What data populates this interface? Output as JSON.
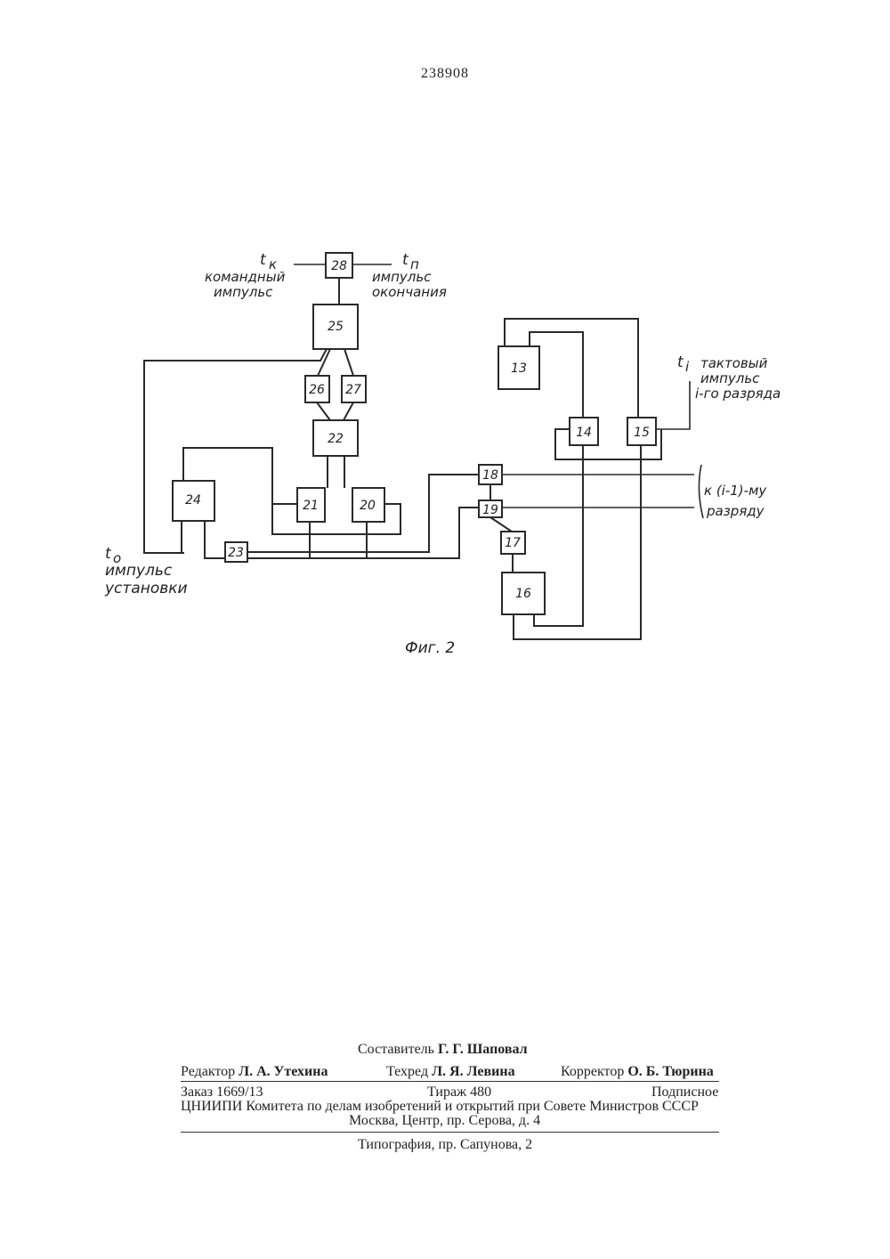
{
  "page_number": "238908",
  "figure": {
    "caption": "Фиг. 2",
    "blocks": [
      "28",
      "25",
      "26",
      "27",
      "22",
      "24",
      "21",
      "20",
      "23",
      "13",
      "14",
      "15",
      "18",
      "19",
      "17",
      "16"
    ],
    "labels": {
      "command_symbol": "t",
      "command_subscript": "к",
      "command_line1": "командный",
      "command_line2": "импульс",
      "end_symbol": "t",
      "end_subscript": "п",
      "end_line1": "импульс",
      "end_line2": "окончания",
      "clock_symbol": "t",
      "clock_subscript": "i",
      "clock_line1": "тактовый",
      "clock_line2": "импульс",
      "clock_line3": "i-го разряда",
      "prev_line1": "к (i-1)-му",
      "prev_line2": "разряду",
      "setup_symbol": "t",
      "setup_subscript": "о",
      "setup_line1": "импульс",
      "setup_line2": "установки"
    }
  },
  "footer": {
    "compiler_label": "Составитель",
    "compiler_name": "Г. Г. Шаповал",
    "editor_label": "Редактор",
    "editor_name": "Л. А. Утехина",
    "techred_label": "Техред",
    "techred_name": "Л. Я. Левина",
    "corrector_label": "Корректор",
    "corrector_name": "О. Б. Тюрина",
    "order": "Заказ 1669/13",
    "print_run": "Тираж 480",
    "subscription": "Подписное",
    "org": "ЦНИИПИ Комитета по делам изобретений и открытий при Совете Министров СССР",
    "address": "Москва, Центр, пр. Серова, д. 4",
    "printer": "Типография, пр. Сапунова, 2"
  }
}
